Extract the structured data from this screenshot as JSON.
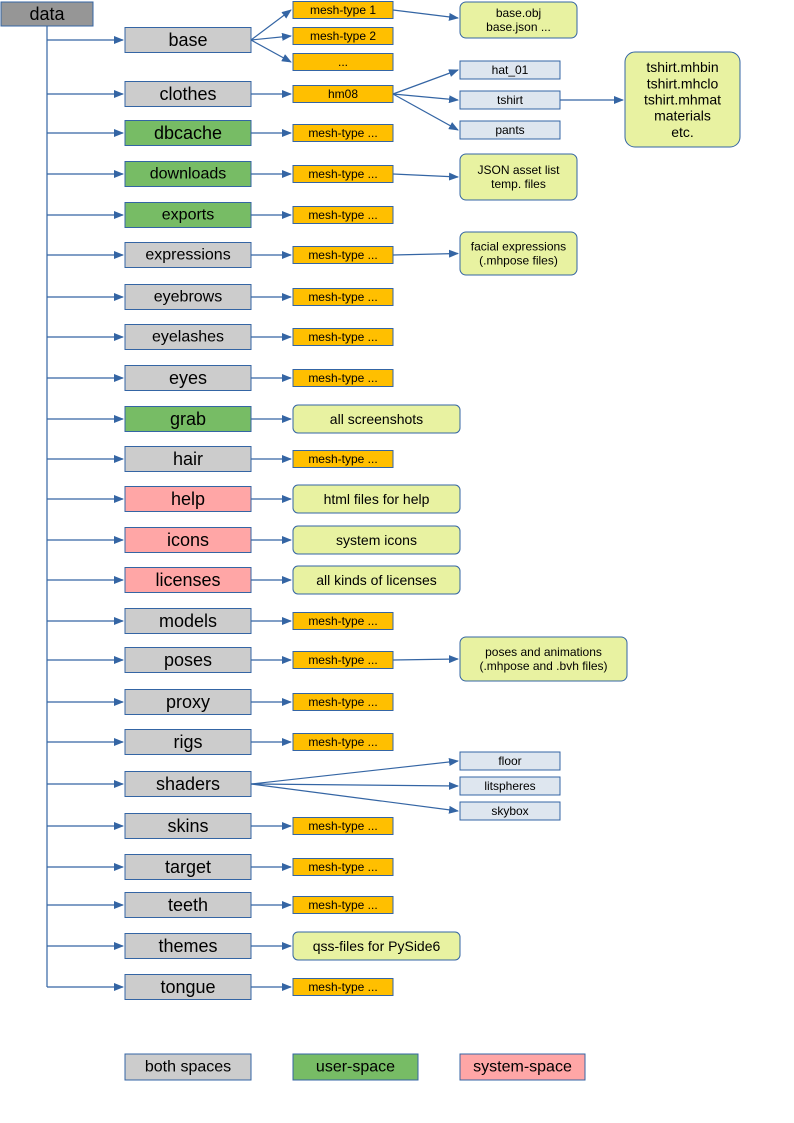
{
  "root": {
    "label": "data"
  },
  "colors": {
    "root": "#969696",
    "both": "#cccccc",
    "user": "#77bc65",
    "system": "#ffa6a6",
    "meshtype": "#ffbf00",
    "note": "#e8f2a1",
    "file": "#dee6ef",
    "border": "#3465a4",
    "arrow": "#3465a4"
  },
  "folders": [
    {
      "label": "base",
      "space": "both",
      "children": [
        {
          "label": "mesh-type 1",
          "kind": "meshtype",
          "children": [
            {
              "label": "base.obj\nbase.json ...",
              "kind": "note"
            }
          ]
        },
        {
          "label": "mesh-type 2",
          "kind": "meshtype"
        },
        {
          "label": "...",
          "kind": "meshtype"
        }
      ]
    },
    {
      "label": "clothes",
      "space": "both",
      "children": [
        {
          "label": "hm08",
          "kind": "meshtype",
          "children": [
            {
              "label": "hat_01",
              "kind": "file"
            },
            {
              "label": "tshirt",
              "kind": "file",
              "children": [
                {
                  "label": "tshirt.mhbin\ntshirt.mhclo\ntshirt.mhmat\nmaterials\netc.",
                  "kind": "note"
                }
              ]
            },
            {
              "label": "pants",
              "kind": "file"
            }
          ]
        }
      ]
    },
    {
      "label": "dbcache",
      "space": "user",
      "children": [
        {
          "label": "mesh-type ...",
          "kind": "meshtype"
        }
      ]
    },
    {
      "label": "downloads",
      "space": "user",
      "children": [
        {
          "label": "mesh-type ...",
          "kind": "meshtype",
          "children": [
            {
              "label": "JSON asset list\ntemp. files",
              "kind": "note"
            }
          ]
        }
      ]
    },
    {
      "label": "exports",
      "space": "user",
      "children": [
        {
          "label": "mesh-type ...",
          "kind": "meshtype"
        }
      ]
    },
    {
      "label": "expressions",
      "space": "both",
      "children": [
        {
          "label": "mesh-type ...",
          "kind": "meshtype",
          "children": [
            {
              "label": "facial expressions\n(.mhpose files)",
              "kind": "note"
            }
          ]
        }
      ]
    },
    {
      "label": "eyebrows",
      "space": "both",
      "children": [
        {
          "label": "mesh-type ...",
          "kind": "meshtype"
        }
      ]
    },
    {
      "label": "eyelashes",
      "space": "both",
      "children": [
        {
          "label": "mesh-type ...",
          "kind": "meshtype"
        }
      ]
    },
    {
      "label": "eyes",
      "space": "both",
      "children": [
        {
          "label": "mesh-type ...",
          "kind": "meshtype"
        }
      ]
    },
    {
      "label": "grab",
      "space": "user",
      "children": [
        {
          "label": "all screenshots",
          "kind": "note"
        }
      ]
    },
    {
      "label": "hair",
      "space": "both",
      "children": [
        {
          "label": "mesh-type ...",
          "kind": "meshtype"
        }
      ]
    },
    {
      "label": "help",
      "space": "system",
      "children": [
        {
          "label": "html files for help",
          "kind": "note"
        }
      ]
    },
    {
      "label": "icons",
      "space": "system",
      "children": [
        {
          "label": "system icons",
          "kind": "note"
        }
      ]
    },
    {
      "label": "licenses",
      "space": "system",
      "children": [
        {
          "label": "all kinds of licenses",
          "kind": "note"
        }
      ]
    },
    {
      "label": "models",
      "space": "both",
      "children": [
        {
          "label": "mesh-type ...",
          "kind": "meshtype"
        }
      ]
    },
    {
      "label": "poses",
      "space": "both",
      "children": [
        {
          "label": "mesh-type ...",
          "kind": "meshtype",
          "children": [
            {
              "label": "poses and animations\n(.mhpose and .bvh files)",
              "kind": "note"
            }
          ]
        }
      ]
    },
    {
      "label": "proxy",
      "space": "both",
      "children": [
        {
          "label": "mesh-type ...",
          "kind": "meshtype"
        }
      ]
    },
    {
      "label": "rigs",
      "space": "both",
      "children": [
        {
          "label": "mesh-type ...",
          "kind": "meshtype"
        }
      ]
    },
    {
      "label": "shaders",
      "space": "both",
      "children": [
        {
          "label": "floor",
          "kind": "file"
        },
        {
          "label": "litspheres",
          "kind": "file"
        },
        {
          "label": "skybox",
          "kind": "file"
        }
      ]
    },
    {
      "label": "skins",
      "space": "both",
      "children": [
        {
          "label": "mesh-type ...",
          "kind": "meshtype"
        }
      ]
    },
    {
      "label": "target",
      "space": "both",
      "children": [
        {
          "label": "mesh-type ...",
          "kind": "meshtype"
        }
      ]
    },
    {
      "label": "teeth",
      "space": "both",
      "children": [
        {
          "label": "mesh-type ...",
          "kind": "meshtype"
        }
      ]
    },
    {
      "label": "themes",
      "space": "both",
      "children": [
        {
          "label": "qss-files for PySide6",
          "kind": "note"
        }
      ]
    },
    {
      "label": "tongue",
      "space": "both",
      "children": [
        {
          "label": "mesh-type ...",
          "kind": "meshtype"
        }
      ]
    }
  ],
  "legend": [
    {
      "label": "both spaces",
      "space": "both"
    },
    {
      "label": "user-space",
      "space": "user"
    },
    {
      "label": "system-space",
      "space": "system"
    }
  ]
}
